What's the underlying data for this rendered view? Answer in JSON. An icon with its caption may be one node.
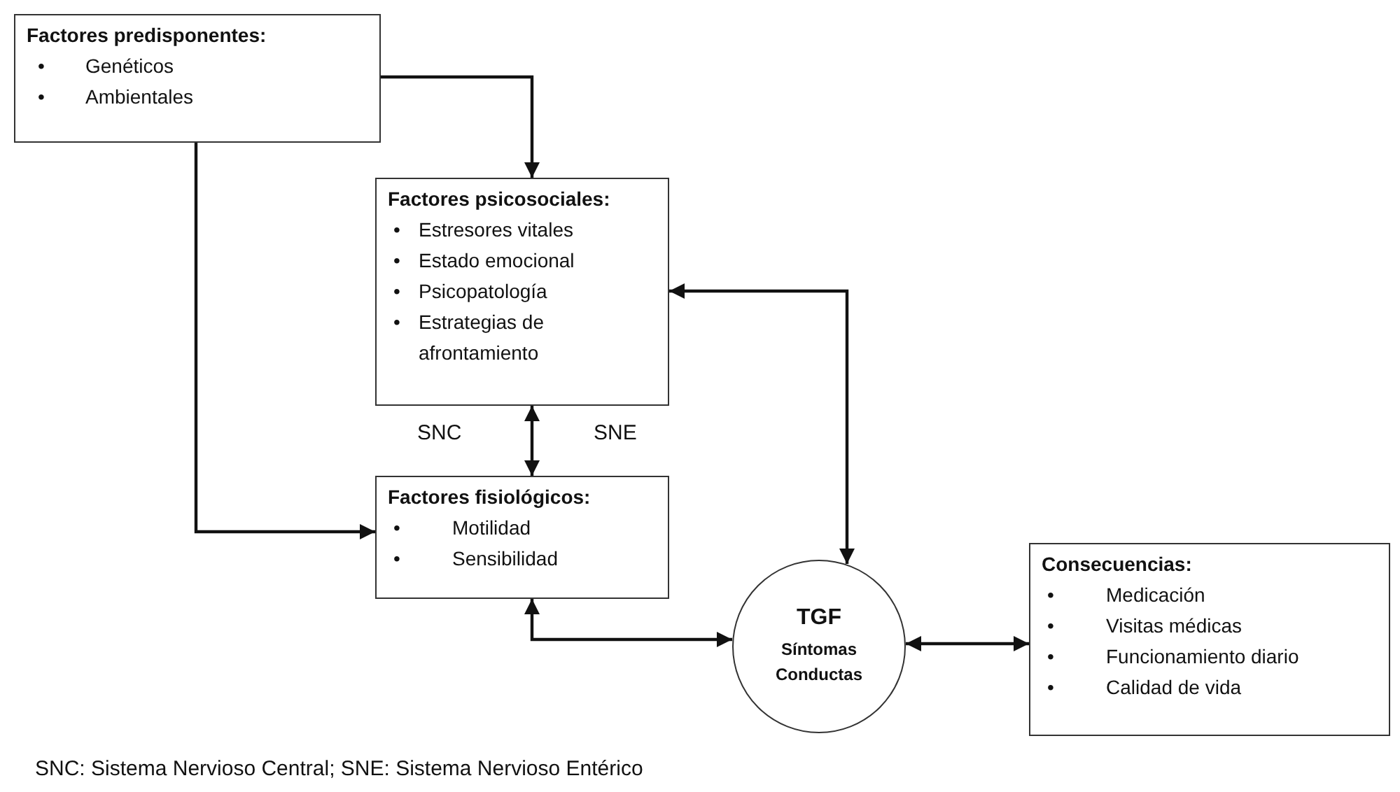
{
  "diagram": {
    "caption": "SNC: Sistema Nervioso Central; SNE: Sistema Nervioso Entérico",
    "nodes": [
      {
        "text": [
          "Factores predisponentes:",
          "•",
          "Genéticos",
          "•",
          "Ambientales"
        ]
      },
      {
        "text": [
          "Factores psicosociales:",
          "•",
          "Estresores vitales",
          "•",
          "Estado emocional",
          "•",
          "Psicopatología",
          "•",
          "Estrategias de afrontamiento"
        ]
      },
      {
        "text": [
          "Factores fisiológicos:",
          "•",
          "Motilidad",
          "•",
          "Sensibilidad"
        ]
      },
      {
        "text": [
          "TGF",
          "Síntomas Conductas"
        ]
      },
      {
        "text": [
          "Consecuencias:",
          "•",
          "Medicación",
          "•",
          "Visitas médicas",
          "•",
          "Funcionamiento diario",
          "•",
          "Calidad de vida"
        ]
      }
    ],
    "edges": [
      {
        "from": 0,
        "to": 1,
        "arrow": "to"
      },
      {
        "from": 0,
        "to": 2,
        "arrow": "to"
      },
      {
        "from": 1,
        "to": 2,
        "arrow": "both"
      },
      {
        "from": 3,
        "to": 1,
        "arrow": "both"
      },
      {
        "from": 2,
        "to": 3,
        "arrow": "both"
      },
      {
        "from": 3,
        "to": 4,
        "arrow": "both"
      }
    ],
    "labels": [
      "SNC",
      "SNE"
    ]
  }
}
